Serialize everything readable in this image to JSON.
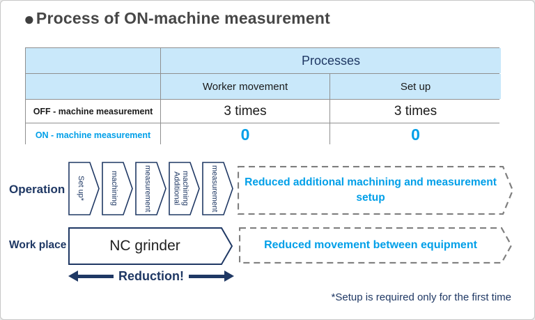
{
  "title": {
    "bullet": "●",
    "text": "Process of ON-machine measurement"
  },
  "table": {
    "header": "Processes",
    "columns": [
      "Worker movement",
      "Set up"
    ],
    "rows": [
      {
        "label": "OFF - machine measurement",
        "values": [
          "3 times",
          "3 times"
        ]
      },
      {
        "label": "ON - machine measurement",
        "values": [
          "0",
          "0"
        ]
      }
    ]
  },
  "operation": {
    "label": "Operation",
    "steps": [
      "Set up*",
      "machining",
      "measurement",
      "Additional machining",
      "measurement"
    ],
    "benefit": "Reduced additional machining and measurement setup"
  },
  "workplace": {
    "label": "Work place",
    "equipment": "NC grinder",
    "benefit": "Reduced movement between equipment",
    "reduction_label": "Reduction!"
  },
  "footnote": "*Setup is required only for the first time",
  "colors": {
    "navy": "#1F3864",
    "accent_blue": "#009FE8",
    "table_header_blue": "#C9E8FA",
    "table_border_gray": "#8F8F8F",
    "title_gray": "#474747"
  }
}
